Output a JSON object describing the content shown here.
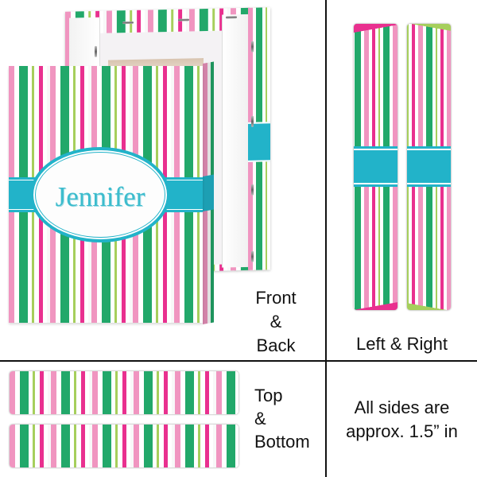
{
  "product": {
    "name_text": "Jennifer",
    "colors": {
      "pink": "#f095c0",
      "green": "#22a86a",
      "lime": "#a6cf5c",
      "magenta": "#e9308f",
      "teal": "#22b3c9",
      "white": "#ffffff"
    },
    "pattern": "vertical-stripes"
  },
  "panels": {
    "front_back": {
      "label_line1": "Front",
      "label_line2": "&",
      "label_line3": "Back"
    },
    "left_right": {
      "label": "Left & Right"
    },
    "top_bottom": {
      "label_line1": "Top",
      "label_line2": "&",
      "label_line3": "Bottom"
    },
    "note": {
      "line1": "All sides are",
      "line2": "approx. 1.5” in"
    }
  }
}
